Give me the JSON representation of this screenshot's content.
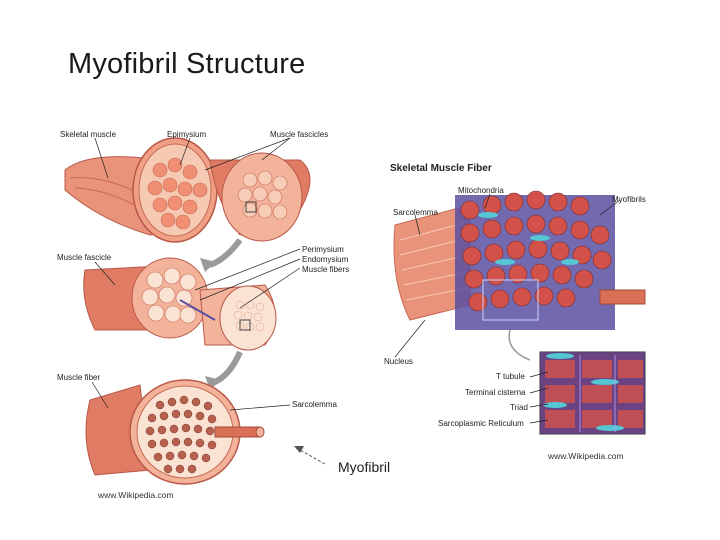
{
  "slide": {
    "title": "Myofibril Structure"
  },
  "left_figure": {
    "labels": {
      "skeletal_muscle": "Skeletal muscle",
      "epimysium": "Epimysium",
      "muscle_fascicles": "Muscle fascicles",
      "muscle_fascicle": "Muscle fascicle",
      "perimysium": "Perimysium",
      "endomysium": "Endomysium",
      "muscle_fibers": "Muscle fibers",
      "muscle_fiber": "Muscle fiber",
      "sarcolemma": "Sarcolemma"
    },
    "credit": "www.Wikipedia.com"
  },
  "right_figure": {
    "heading": "Skeletal Muscle Fiber",
    "labels": {
      "mitochondria": "Mitochondria",
      "myofibrils": "Myofibrils",
      "sarcolemma": "Sarcolemma",
      "nucleus": "Nucleus",
      "t_tubule": "T tubule",
      "terminal_cisterna": "Terminal cisterna",
      "triad": "Triad",
      "sarcoplasmic_reticulum": "Sarcoplasmic Reticulum"
    },
    "credit": "www.Wikipedia.com"
  },
  "annotation": {
    "myofibril_label": "Myofibril"
  },
  "colors": {
    "muscle": "#e07c63",
    "muscle_light": "#f2b39a",
    "fiber_purple": "#5b4fa0",
    "tubule_cyan": "#55c6d3"
  }
}
